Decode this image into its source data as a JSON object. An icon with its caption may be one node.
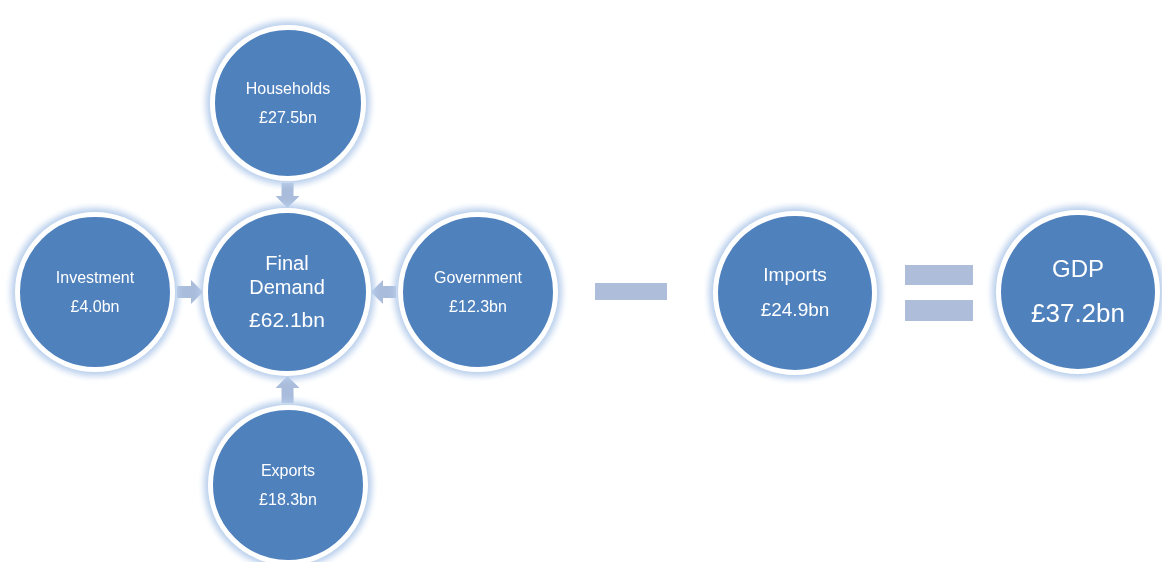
{
  "diagram": {
    "nodes": [
      {
        "text": [
          "Households",
          "£27.5bn"
        ]
      },
      {
        "text": [
          "Investment",
          "£4.0bn"
        ]
      },
      {
        "text": [
          "Final Demand",
          "£62.1bn"
        ]
      },
      {
        "text": [
          "Government",
          "£12.3bn"
        ]
      },
      {
        "text": [
          "Exports",
          "£18.3bn"
        ]
      },
      {
        "text": [
          "Imports",
          "£24.9bn"
        ]
      },
      {
        "text": [
          "GDP",
          "£37.2bn"
        ]
      }
    ],
    "edges": [
      {
        "from": 0,
        "to": 2,
        "arrow": "to"
      },
      {
        "from": 1,
        "to": 2,
        "arrow": "to"
      },
      {
        "from": 3,
        "to": 2,
        "arrow": "to"
      },
      {
        "from": 4,
        "to": 2,
        "arrow": "to"
      }
    ]
  }
}
